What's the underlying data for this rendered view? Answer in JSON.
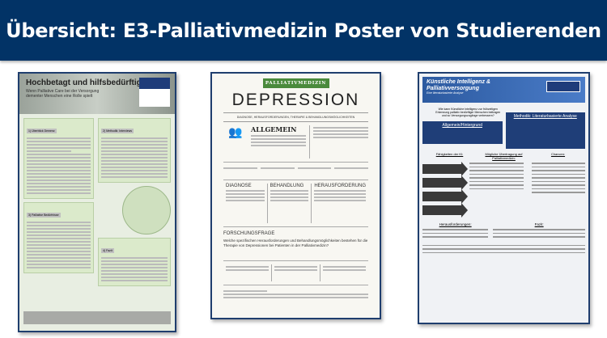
{
  "header": {
    "title": "Übersicht: E3-Palliativmedizin Poster von Studierenden"
  },
  "poster1": {
    "title": "Hochbetagt und hilfsbedürftig",
    "subtitle": "Wenn Palliative Care bei der Versorgung dementer Menschen eine Rolle spielt",
    "sections": [
      "1) Überblick Demenz",
      "2) Methodik: Interviews",
      "3) Palliative Bedürfnisse",
      "4) Fazit"
    ]
  },
  "poster2": {
    "badge": "PALLIATIVMEDIZIN",
    "title": "DEPRESSION",
    "subtitle": "DIAGNOSE, HERAUSFORDERUNGEN, THERAPIE & BEHANDLUNGSMÖGLICHKEITEN",
    "general": "ALLGEMEIN",
    "columns": [
      "DIAGNOSE",
      "BEHANDLUNG",
      "HERAUSFORDERUNG"
    ],
    "research_heading": "FORSCHUNGSFRAGE",
    "research_question": "Welche spezifischen Herausforderungen und Behandlungsmöglichkeiten bestehen für die Therapie von Depressionen bei Patienten in der Palliativmedizin?"
  },
  "poster3": {
    "title_line1": "Künstliche Intelligenz &",
    "title_line2": "Palliativversorgung",
    "subtitle": "Eine literaturbasierte Analyse",
    "question": "Wie kann Künstliche Intelligenz zur frühzeitigen Erkennung palliativ bedürftiger Menschen beitragen und so Versorgungszugänge verbessern?",
    "background_heading": "Allgemein/Hintergrund",
    "method_heading": "Methodik: Literaturbasierte Analyse",
    "columns": [
      "Fähigkeiten der KI:",
      "Mögliche Übertragung auf Palliativmedizin:",
      "Chancen:"
    ],
    "challenges_heading": "Herausforderungen:",
    "conclusion_heading": "Fazit:"
  }
}
